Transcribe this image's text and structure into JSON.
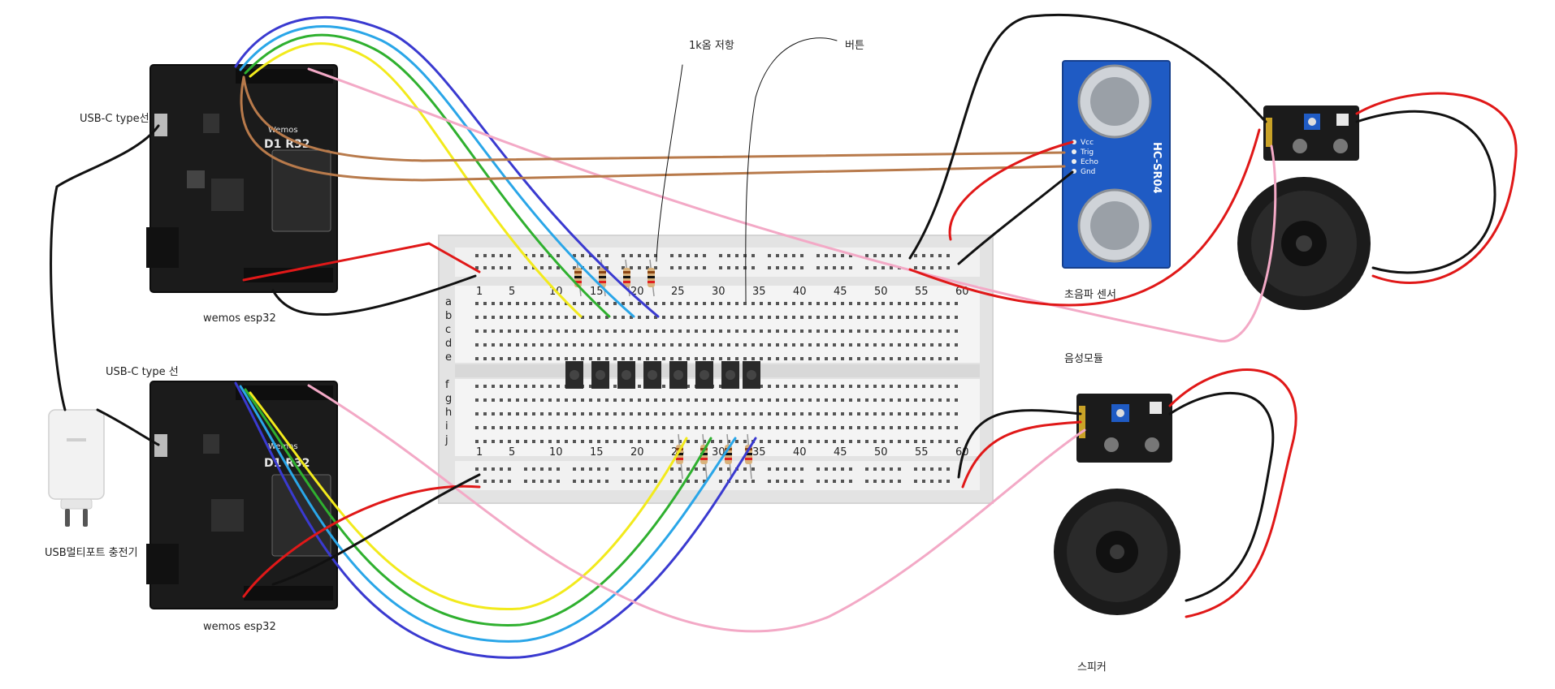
{
  "labels": {
    "usb_cable_top": "USB-C type선",
    "usb_cable_bottom": "USB-C type 선",
    "esp32_top": "wemos esp32",
    "esp32_bottom": "wemos esp32",
    "charger": "USB멀티포트 충전기",
    "resistor": "1k옴 저항",
    "button": "버튼",
    "ultrasonic": "초음파 센서",
    "audio_module": "음성모듈",
    "speaker": "스피커"
  },
  "board": {
    "brand": "Wemos",
    "model": "D1 R32"
  },
  "hc_sr04": {
    "model": "HC-SR04",
    "pins": [
      "Vcc",
      "Trig",
      "Echo",
      "Gnd"
    ]
  },
  "breadboard": {
    "column_numbers": [
      "1",
      "5",
      "10",
      "15",
      "20",
      "25",
      "30",
      "35",
      "40",
      "45",
      "50",
      "55",
      "60"
    ],
    "row_letters_top": [
      "a",
      "b",
      "c",
      "d",
      "e"
    ],
    "row_letters_bottom": [
      "f",
      "g",
      "h",
      "i",
      "j"
    ]
  },
  "colors": {
    "wire_blue": "#3a3ad0",
    "wire_cyan": "#2aa6e8",
    "wire_green": "#2fb02f",
    "wire_yellow": "#f2ea1c",
    "wire_pink": "#f3a9c6",
    "wire_brown": "#b87a4b",
    "wire_red": "#e01818",
    "wire_black": "#111111",
    "board_pcb": "#1b1b1b",
    "sonar_pcb": "#1f5bc4"
  }
}
